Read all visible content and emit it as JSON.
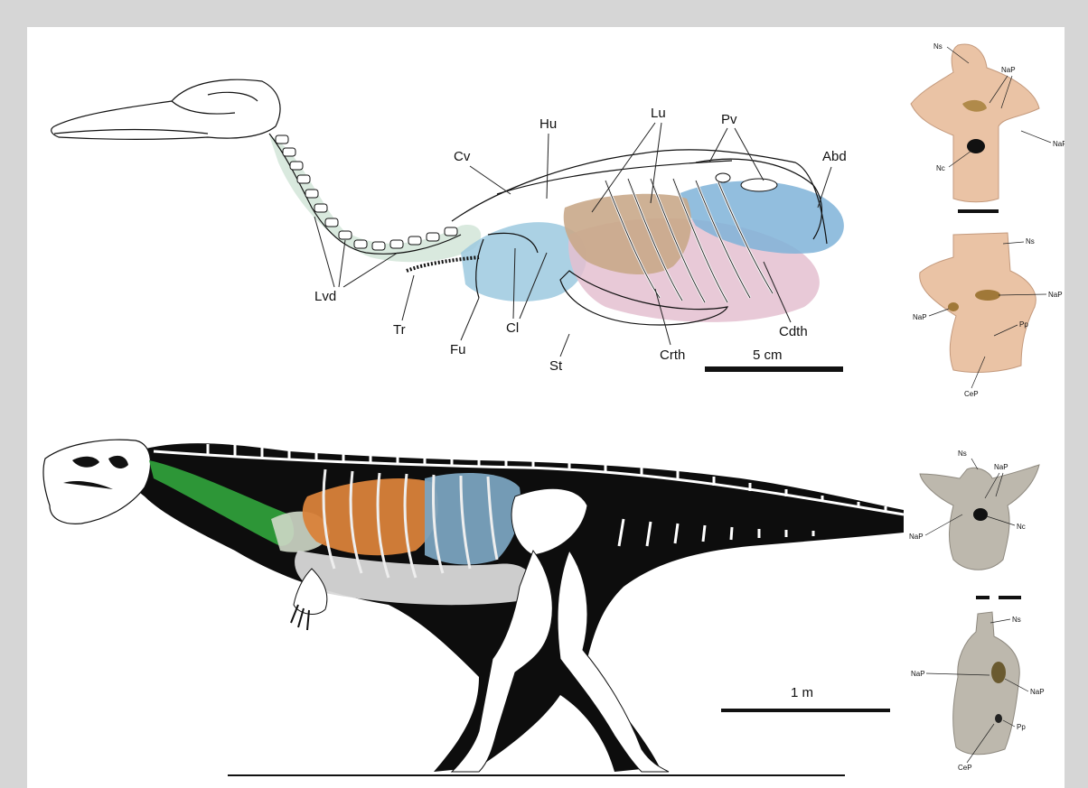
{
  "bird": {
    "labels": {
      "lvd": "Lvd",
      "tr": "Tr",
      "fu": "Fu",
      "cl": "Cl",
      "st": "St",
      "crth": "Crth",
      "cdth": "Cdth",
      "abd": "Abd",
      "pv": "Pv",
      "lu": "Lu",
      "hu": "Hu",
      "cv": "Cv"
    },
    "scale_label": "5 cm"
  },
  "dino": {
    "scale_label": "1 m"
  },
  "vertebra_photos": {
    "top_anterior": {
      "ns": "Ns",
      "nap_a": "NaP",
      "nap_b": "NaP",
      "nc": "Nc"
    },
    "top_lateral": {
      "ns": "Ns",
      "nap_a": "NaP",
      "nap_b": "NaP",
      "pp": "Pp",
      "cep": "CeP"
    },
    "bottom_anterior": {
      "ns": "Ns",
      "nap_a": "NaP",
      "nap_b": "NaP",
      "nc": "Nc"
    },
    "bottom_lateral": {
      "ns": "Ns",
      "nap_a": "NaP",
      "nap_b": "NaP",
      "pp": "Pp",
      "cep": "CeP"
    }
  },
  "colors": {
    "cervical_air_sac": "#cfe3d6",
    "clavicular_air_sac": "#9cc9df",
    "lung": "#c9a98a",
    "thoracic_air_sac": "#e4bfd0",
    "abdominal_air_sac": "#7fb3d8",
    "dino_green": "#2f9e3a",
    "dino_orange": "#d9823a",
    "dino_blue": "#7aa3bf",
    "bone_pink": "#eac3a5",
    "bone_grey": "#bdb8ad"
  }
}
